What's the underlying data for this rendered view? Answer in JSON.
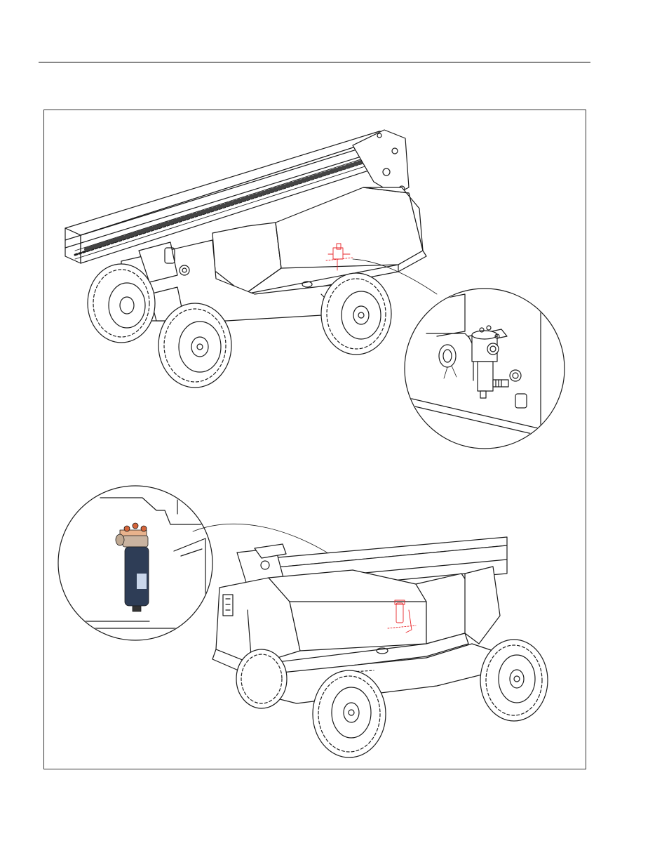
{
  "page": {
    "header_rule": true
  },
  "figure": {
    "views": [
      {
        "id": "upper",
        "subject": "boom-lift-rear-three-quarter",
        "callout": "pressure-filter-detail"
      },
      {
        "id": "lower",
        "subject": "boom-lift-front-three-quarter",
        "callout": "return-filter-detail"
      }
    ],
    "colors": {
      "line": "#1a1a1a",
      "highlight": "#e8262a",
      "filter_body": "#2e3d56",
      "filter_cap": "#d4643a",
      "filter_label": "#c9d6ea"
    }
  }
}
